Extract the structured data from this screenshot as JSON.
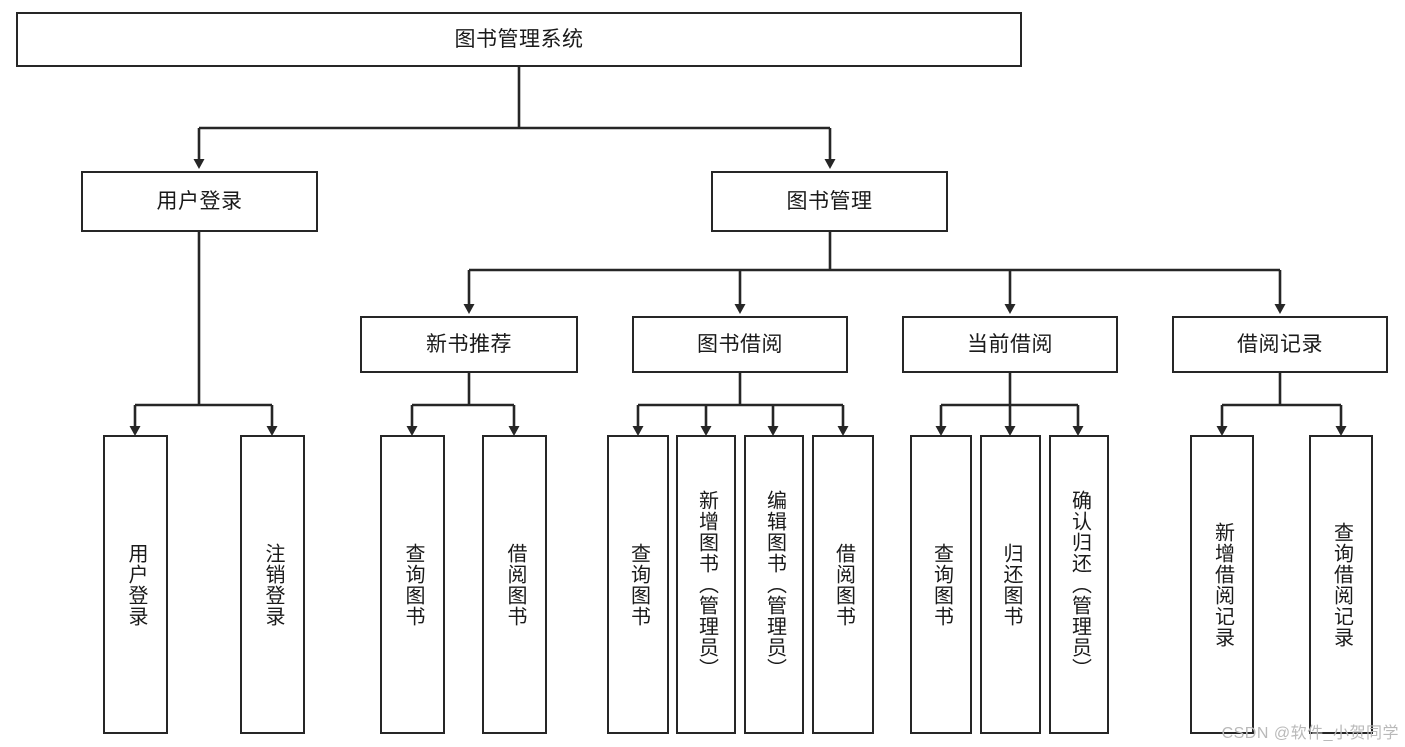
{
  "diagram": {
    "title": "图书管理系统",
    "type": "tree-hierarchy",
    "root": {
      "label": "图书管理系统"
    },
    "level2": [
      {
        "label": "用户登录"
      },
      {
        "label": "图书管理"
      }
    ],
    "level3": [
      {
        "label": "新书推荐"
      },
      {
        "label": "图书借阅"
      },
      {
        "label": "当前借阅"
      },
      {
        "label": "借阅记录"
      }
    ],
    "leaves": {
      "user_login": [
        {
          "label": "用户登录"
        },
        {
          "label": "注销登录"
        }
      ],
      "new_book_recommend": [
        {
          "label": "查询图书"
        },
        {
          "label": "借阅图书"
        }
      ],
      "book_borrow": [
        {
          "label": "查询图书"
        },
        {
          "label": "新增图书（管理员）"
        },
        {
          "label": "编辑图书（管理员）"
        },
        {
          "label": "借阅图书"
        }
      ],
      "current_borrow": [
        {
          "label": "查询图书"
        },
        {
          "label": "归还图书"
        },
        {
          "label": "确认归还（管理员）"
        }
      ],
      "borrow_record": [
        {
          "label": "新增借阅记录"
        },
        {
          "label": "查询借阅记录"
        }
      ]
    }
  },
  "watermark": {
    "text": "CSDN @软件_小贺同学"
  },
  "colors": {
    "stroke": "#262626",
    "box_fill": "#ffffff",
    "text": "#1a1a1a",
    "watermark": "#b9b9b9",
    "background": "#ffffff"
  }
}
